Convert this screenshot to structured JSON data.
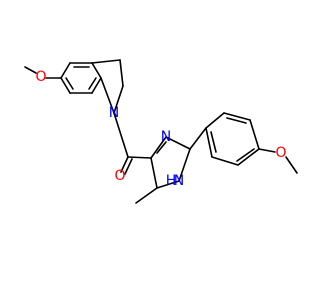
{
  "molecule": {
    "atom_labels": {
      "o_methoxy_left": "O",
      "n_indoline": "N",
      "o_carbonyl": "O",
      "n_imidazole_top": "N",
      "nh_imidazole": "N",
      "nh_h": "H",
      "o_methoxy_right": "O"
    },
    "colors": {
      "bond": "#000000",
      "oxygen": "#ff0000",
      "nitrogen": "#0000ff"
    }
  }
}
